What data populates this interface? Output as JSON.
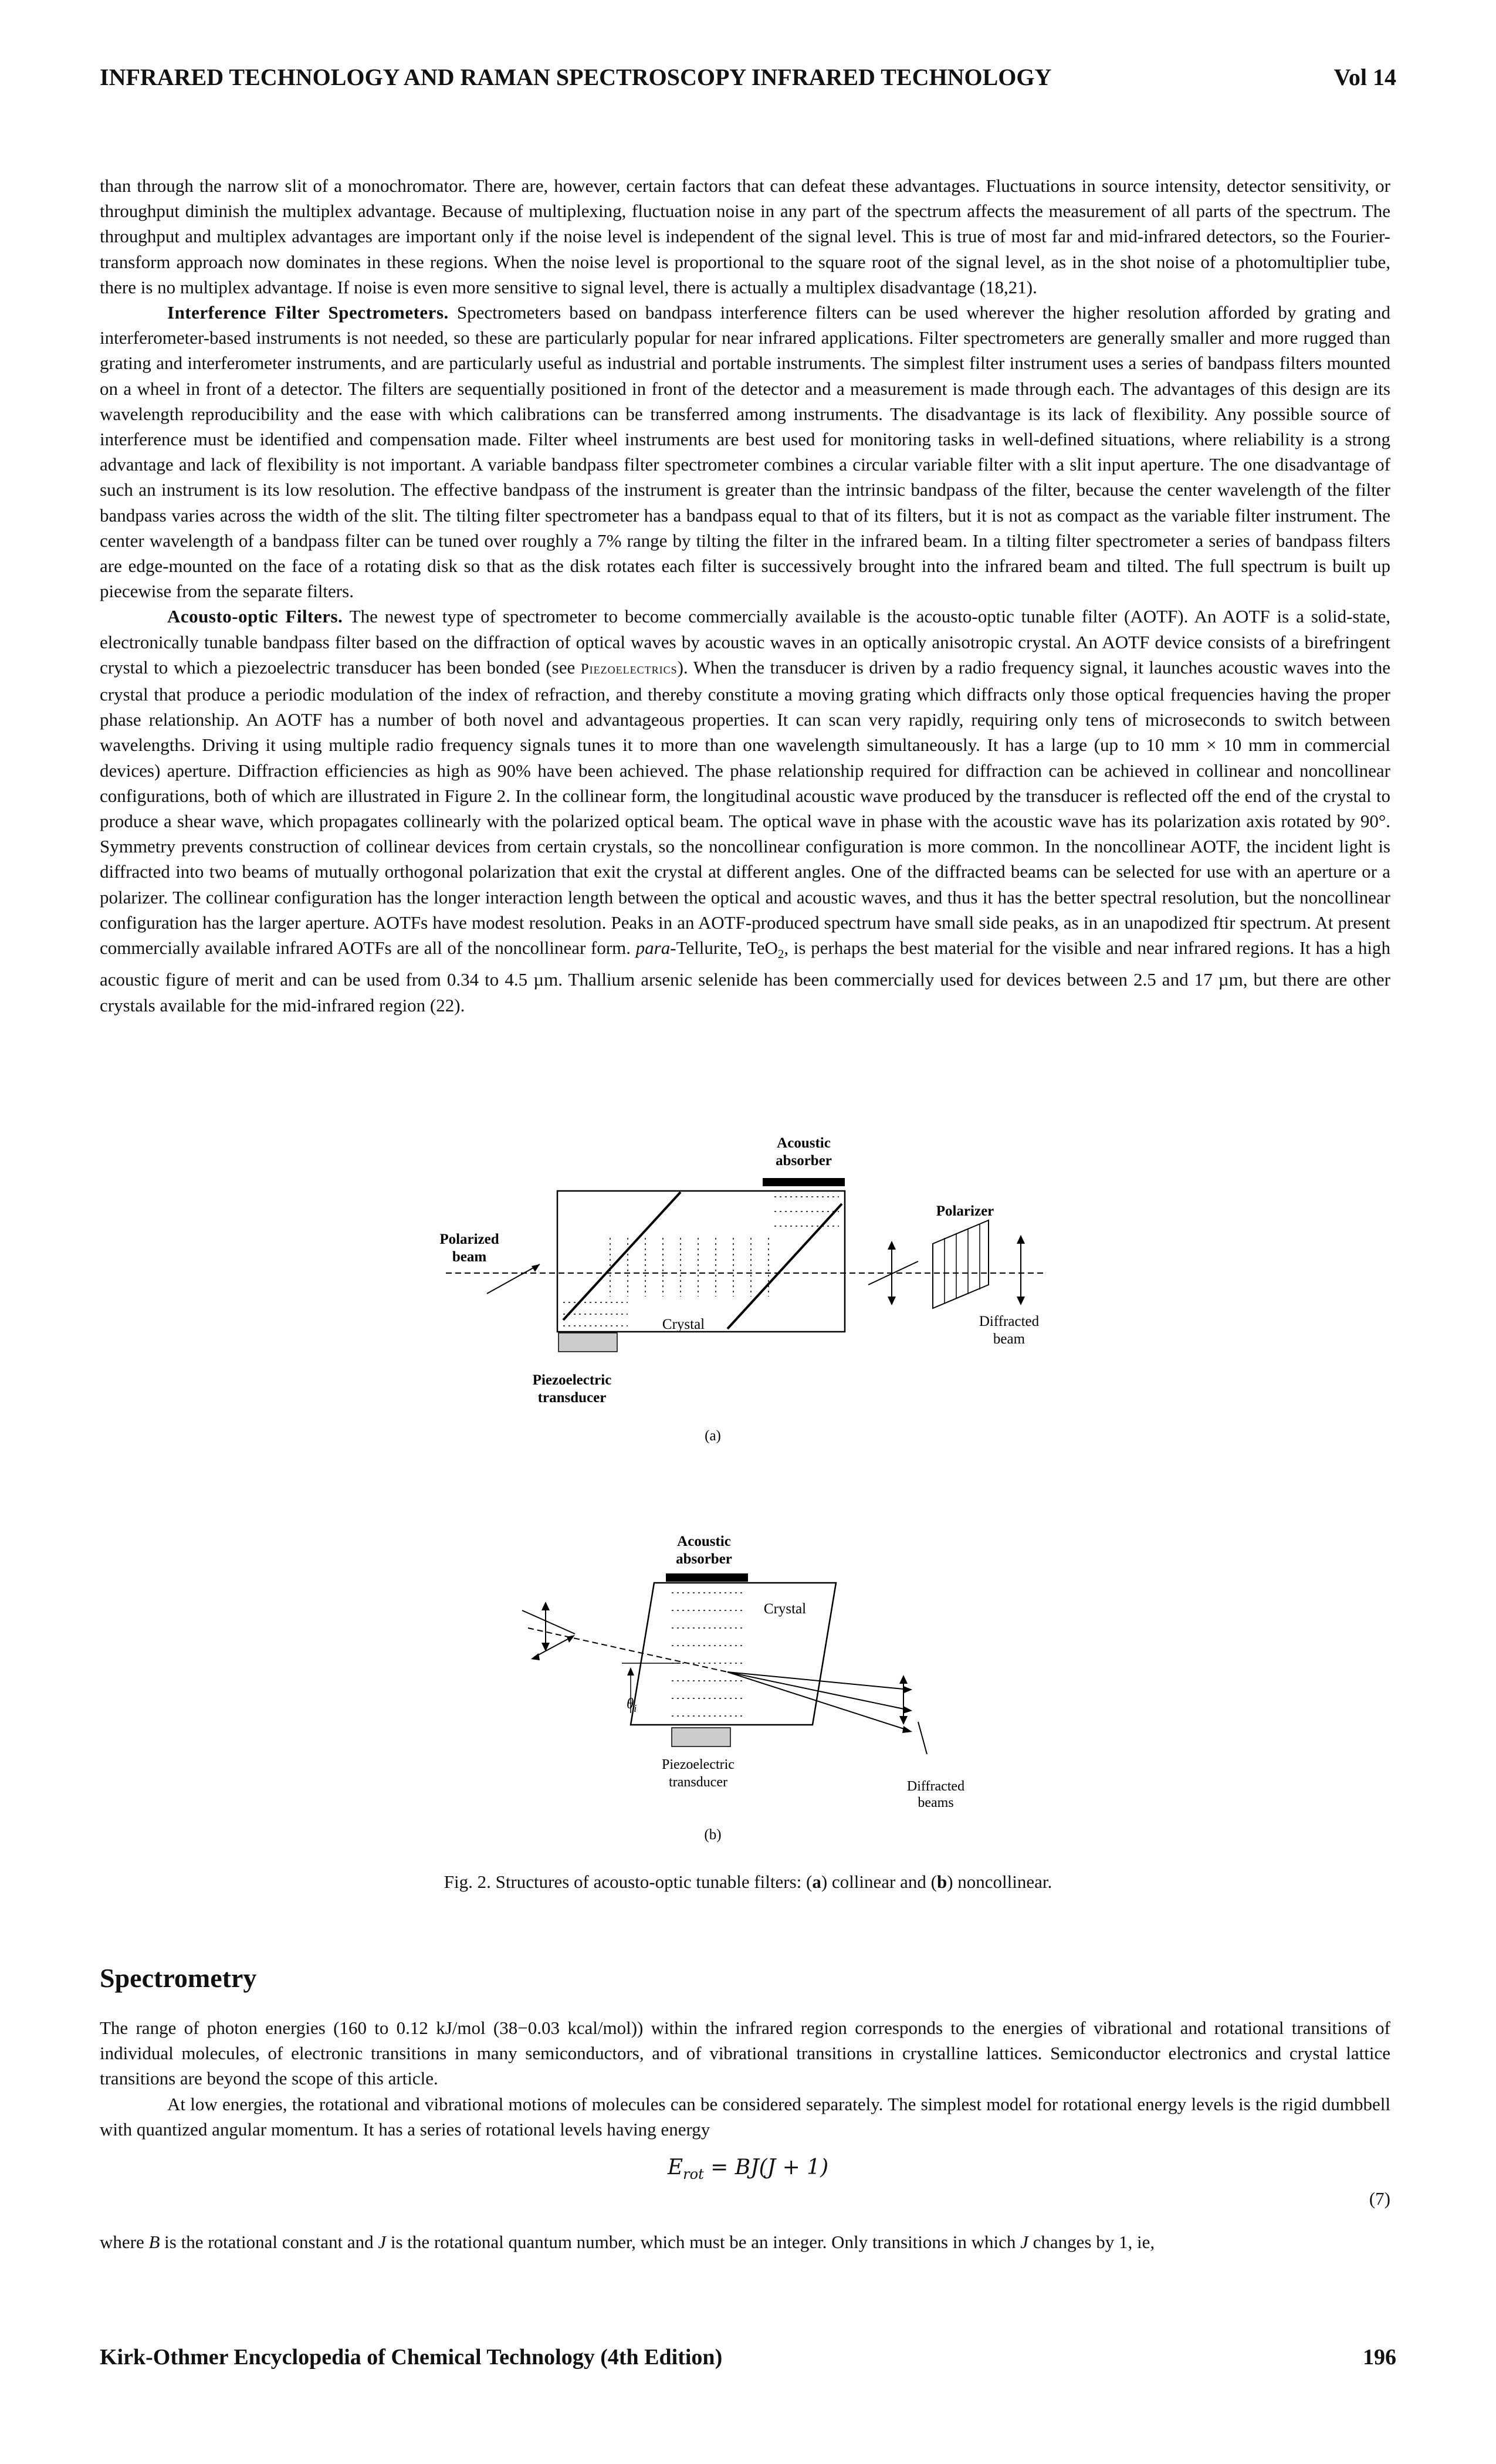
{
  "header": {
    "title": "INFRARED TECHNOLOGY AND RAMAN SPECTROSCOPY INFRARED TECHNOLOGY",
    "volume": "Vol 14"
  },
  "footer": {
    "source": "Kirk-Othmer Encyclopedia of Chemical Technology (4th Edition)",
    "page": "196"
  },
  "p1": "than through the narrow slit of a monochromator. There are, however, certain factors that can defeat these advantages. Fluctuations in source intensity, detector sensitivity, or throughput diminish the multiplex advantage. Because of multiplexing, fluctuation noise in any part of the spectrum affects the measurement of all parts of the spectrum. The throughput and multiplex advantages are important only if the noise level is independent of the signal level. This is true of most far and mid-infrared detectors, so the Fourier-transform approach now dominates in these regions. When the noise level is proportional to the square root of the signal level, as in the shot noise of a photomultiplier tube, there is no multiplex advantage. If noise is even more sensitive to signal level, there is actually a multiplex disadvantage (18,21).",
  "p2": {
    "head": "Interference Filter Spectrometers.",
    "text": "Spectrometers based on bandpass interference filters can be used wherever the higher resolution afforded by grating and interferometer-based instruments is not needed, so these are particularly popular for near infrared applications. Filter spectrometers are generally smaller and more rugged than grating and interferometer instruments, and are particularly useful as industrial and portable instruments. The simplest filter instrument uses a series of bandpass filters mounted on a wheel in front of a detector. The filters are sequentially positioned in front of the detector and a measurement is made through each. The advantages of this design are its wavelength reproducibility and the ease with which calibrations can be transferred among instruments. The disadvantage is its lack of flexibility. Any possible source of interference must be identified and compensation made. Filter wheel instruments are best used for monitoring tasks in well-defined situations, where reliability is a strong advantage and lack of flexibility is not important. A variable bandpass filter spectrometer combines a circular variable filter with a slit input aperture. The one disadvantage of such an instrument is its low resolution. The effective bandpass of the instrument is greater than the intrinsic bandpass of the filter, because the center wavelength of the filter bandpass varies across the width of the slit. The tilting filter spectrometer has a bandpass equal to that of its filters, but it is not as compact as the variable filter instrument. The center wavelength of a bandpass filter can be tuned over roughly a 7% range by tilting the filter in the infrared beam. In a tilting filter spectrometer a series of bandpass filters are edge-mounted on the face of a rotating disk so that as the disk rotates each filter is successively brought into the infrared beam and tilted. The full spectrum is built up piecewise from the separate filters."
  },
  "p3": {
    "head": "Acousto-optic Filters.",
    "text_a": "The newest type of spectrometer to become commercially available is the acousto-optic tunable filter (AOTF). An AOTF is a solid-state, electronically tunable bandpass filter based on the diffraction of optical waves by acoustic waves in an optically anisotropic crystal. An AOTF device consists of a birefringent crystal to which a piezoelectric transducer has been bonded (see ",
    "xref": "Piezoelectrics",
    "text_b": "). When the transducer is driven by a radio frequency signal, it launches acoustic waves into the crystal that produce a periodic modulation of the index of refraction, and thereby constitute a moving grating which diffracts only those optical frequencies having the proper phase relationship. An AOTF has a number of both novel and advantageous properties. It can scan very rapidly, requiring only tens of microseconds to switch between wavelengths. Driving it using multiple radio frequency signals tunes it to more than one wavelength simultaneously. It has a large (up to 10 mm × 10 mm in commercial devices) aperture. Diffraction efficiencies as high as 90% have been achieved. The phase relationship required for diffraction can be achieved in collinear and noncollinear configurations, both of which are illustrated in Figure 2. In the collinear form, the longitudinal acoustic wave produced by the transducer is reflected off the end of the crystal to produce a shear wave, which propagates collinearly with the polarized optical beam. The optical wave in phase with the acoustic wave has its polarization axis rotated by 90°. Symmetry prevents construction of collinear devices from certain crystals, so the noncollinear configuration is more common. In the noncollinear AOTF, the incident light is diffracted into two beams of mutually orthogonal polarization that exit the crystal at different angles. One of the diffracted beams can be selected for use with an aperture or a polarizer. The collinear configuration has the longer interaction length between the optical and acoustic waves, and thus it has the better spectral resolution, but the noncollinear configuration has the larger aperture. AOTFs have modest resolution. Peaks in an AOTF-produced spectrum have small side peaks, as in an unapodized ftir spectrum. At present commercially available infrared AOTFs are all of the noncollinear form. ",
    "para_it": "para",
    "text_c": "-Tellurite, TeO",
    "sub2": "2",
    "text_d": ", is perhaps the best material for the visible and near infrared regions. It has a high acoustic figure of merit and can be used from 0.34 to 4.5 µm. Thallium arsenic selenide has been commercially used for devices between 2.5 and 17 µm, but there are other crystals available for the mid-infrared region (22)."
  },
  "figure": {
    "a": {
      "acoustic": "Acoustic",
      "absorber": "absorber",
      "polarized": "Polarized",
      "beam": "beam",
      "polarizer": "Polarizer",
      "crystal": "Crystal",
      "diffracted": "Diffracted",
      "dbeam": "beam",
      "piezo": "Piezoelectric",
      "transducer": "transducer",
      "label": "(a)"
    },
    "b": {
      "acoustic": "Acoustic",
      "absorber": "absorber",
      "crystal": "Crystal",
      "theta": "θ",
      "theta_sub": "i",
      "piezo": "Piezoelectric",
      "transducer": "transducer",
      "diffracted": "Diffracted",
      "beams": "beams",
      "label": "(b)"
    },
    "caption_a": "Fig. 2. Structures of acousto-optic tunable filters: (",
    "caption_a_bold": "a",
    "caption_b": ") collinear and (",
    "caption_b_bold": "b",
    "caption_c": ") noncollinear."
  },
  "section": {
    "heading": "Spectrometry"
  },
  "p4": "The range of photon energies (160 to 0.12 kJ/mol (38−0.03 kcal/mol)) within the infrared region corresponds to the energies of vibrational and rotational transitions of individual molecules, of electronic transitions in many semiconductors, and of vibrational transitions in crystalline lattices. Semiconductor electronics and crystal lattice transitions are beyond the scope of this article.",
  "p5": "At low energies, the rotational and vibrational motions of molecules can be considered separately. The simplest model for rotational energy levels is the rigid dumbbell with quantized angular momentum. It has a series of rotational levels having energy",
  "equation": {
    "lhs": "E",
    "sub": "rot",
    "rhs": " = BJ(J + 1)",
    "number": "(7)"
  },
  "p6": {
    "a": "where ",
    "B": "B",
    "b": " is the rotational constant and ",
    "J": "J",
    "c": " is the rotational quantum number, which must be an integer. Only transitions in which ",
    "J2": "J",
    "d": " changes by 1, ie,"
  }
}
